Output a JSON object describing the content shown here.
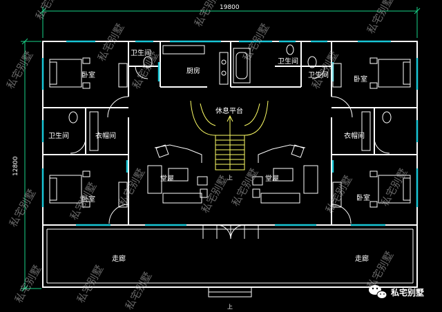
{
  "dimensions": {
    "overall_width": "19800",
    "overall_depth": "12800"
  },
  "rooms": {
    "bedroom_top_left": "卧室",
    "bathroom_top_left": "卫生间",
    "kitchen": "厨房",
    "bathroom_top_center": "卫生间",
    "bathroom_top_right": "卫生间",
    "bedroom_top_right": "卧室",
    "landing": "休息平台",
    "bathroom_mid_left": "卫生间",
    "closet_left": "衣帽间",
    "closet_right": "衣帽间",
    "hall_left": "堂屋",
    "hall_right": "堂屋",
    "bedroom_bottom_left": "卧室",
    "bedroom_bottom_right": "卧室",
    "corridor_left": "走廊",
    "corridor_right": "走廊"
  },
  "stair_up": {
    "main": "上",
    "front": "上"
  },
  "watermark": {
    "text": "私宅别墅"
  },
  "brand": {
    "name": "私宅别墅",
    "icon": "wechat-icon"
  },
  "colors": {
    "background": "#000000",
    "wall": "#ffffff",
    "window": "#19c6d6",
    "stair": "#ffff66",
    "dimension": "#19d68a",
    "furniture": "#ffffff",
    "watermark": "#b8b8b8"
  }
}
